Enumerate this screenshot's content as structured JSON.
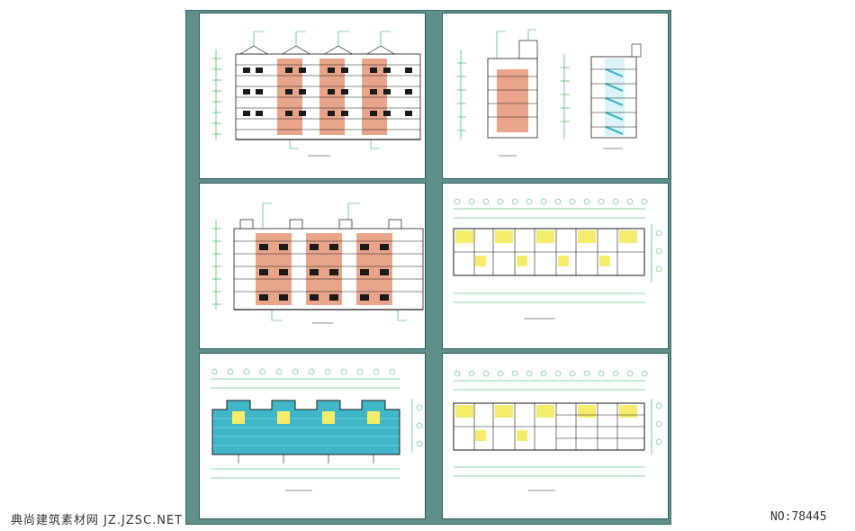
{
  "watermark": {
    "site": "典尚建筑素材网 JZ.JZSC.NET",
    "number": "NO:78445"
  },
  "colors": {
    "sheet_bg": "#5f8f8a",
    "wall": "#e8a58a",
    "line": "#1a1a1a",
    "dim": "#1aa84a",
    "fill_yellow": "#f4ec6a",
    "fill_cyan": "#3fb7c9"
  },
  "panels": [
    {
      "name": "panel-front-elevation",
      "kind": "elevation"
    },
    {
      "name": "panel-side-elevation-section",
      "kind": "side"
    },
    {
      "name": "panel-rear-elevation",
      "kind": "elevation"
    },
    {
      "name": "panel-floor-plan-1",
      "kind": "plan"
    },
    {
      "name": "panel-roof-plan",
      "kind": "roof"
    },
    {
      "name": "panel-floor-plan-2",
      "kind": "plan"
    }
  ]
}
